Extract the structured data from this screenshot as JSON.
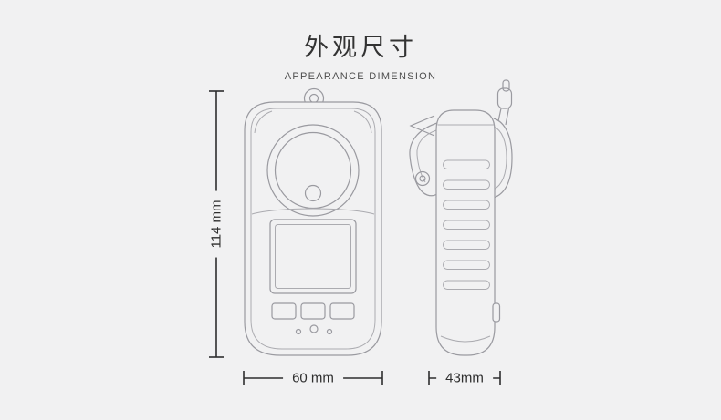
{
  "header": {
    "title_cn": "外观尺寸",
    "title_en": "APPEARANCE DIMENSION"
  },
  "dimensions": {
    "height_label": "114 mm",
    "width_label": "60 mm",
    "depth_label": "43mm"
  },
  "figure": {
    "front_view_icon": "device-front-view-drawing",
    "side_view_icon": "device-side-view-drawing"
  },
  "colors": {
    "background": "#f1f1f2",
    "line_art": "#9a9aa0",
    "line_art_light": "#ababb0",
    "dimension_line": "#2e2e2e",
    "title_text": "#333333"
  }
}
